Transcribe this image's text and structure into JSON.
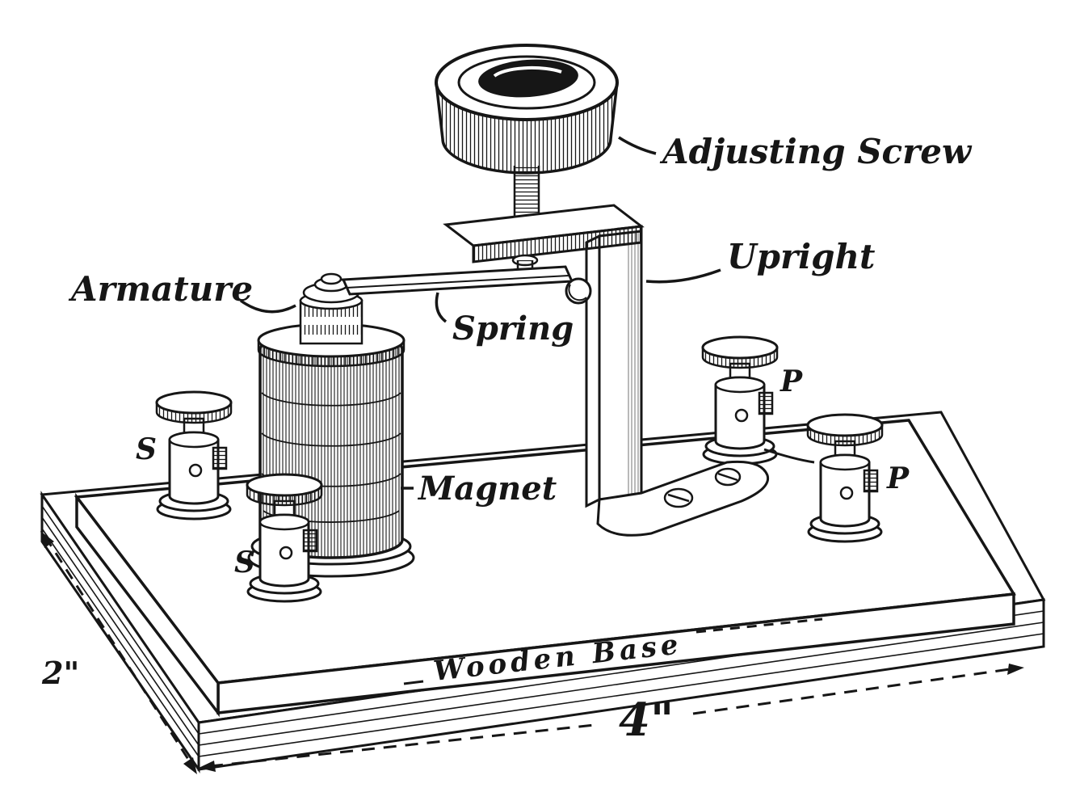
{
  "diagram": {
    "labels": {
      "adjusting_screw": "Adjusting Screw",
      "upright": "Upright",
      "armature": "Armature",
      "spring": "Spring",
      "magnet": "Magnet",
      "wooden_base": "Wooden Base",
      "terminal_s_left": "S",
      "terminal_s_front": "S",
      "terminal_p_upper": "P",
      "terminal_p_lower": "P"
    },
    "dimensions": {
      "base_length": "4\"",
      "base_depth": "2\""
    },
    "ink_color": "#161616",
    "paper_color": "#ffffff"
  }
}
